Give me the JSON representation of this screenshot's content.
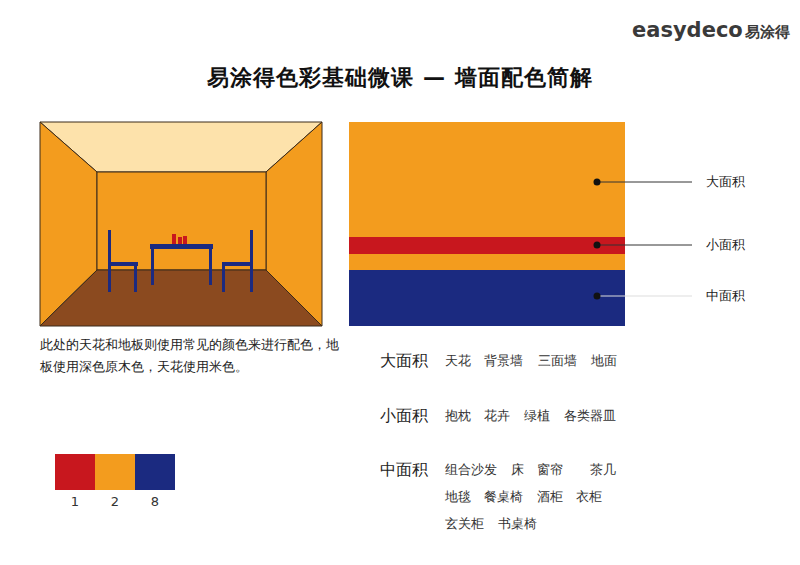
{
  "diagram": {
    "title": "易涂得色彩基础微课 — 墙面配色简解",
    "labels": [
      "easydeco",
      "易涂得",
      "此处的天花和地板则使用常见的颜色来进行配色，地板使用深色原木色，天花使用米色。",
      "大面积",
      "小面积",
      "中面积",
      "大面积",
      "天花",
      "背景墙",
      "三面墙",
      "地面",
      "小面积",
      "抱枕",
      "花卉",
      "绿植",
      "各类器皿",
      "中面积",
      "组合沙发",
      "床",
      "窗帘",
      "茶几",
      "地毯",
      "餐桌椅",
      "酒柜",
      "衣柜",
      "玄关柜",
      "书桌椅"
    ],
    "legend": [
      {
        "text": "1",
        "color": "#c8171e"
      },
      {
        "text": "2",
        "color": "#f39c1e"
      },
      {
        "text": "8",
        "color": "#1b2a80"
      }
    ]
  }
}
